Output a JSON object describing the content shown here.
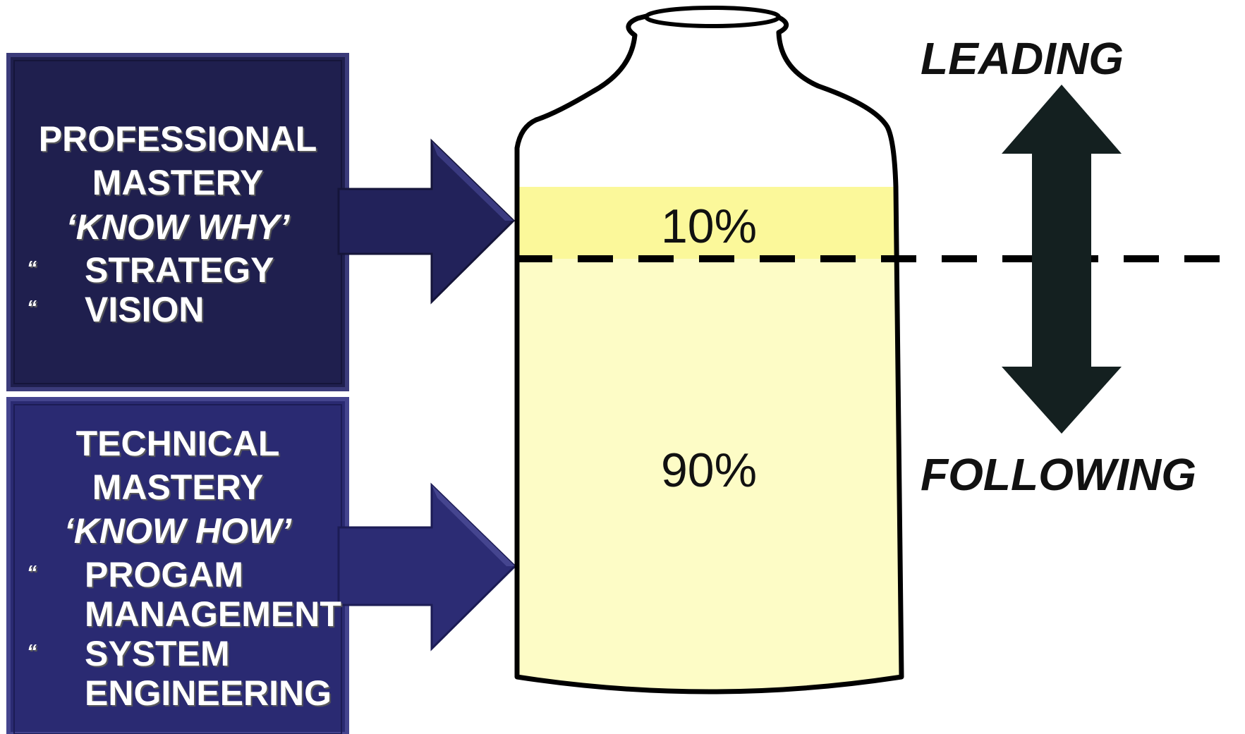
{
  "professional": {
    "title_line1": "PROFESSIONAL",
    "title_line2": "MASTERY",
    "tagline": "‘KNOW WHY’",
    "bullet_mark": "“",
    "items": [
      "STRATEGY",
      "VISION"
    ]
  },
  "technical": {
    "title_line1": "TECHNICAL",
    "title_line2": "MASTERY",
    "tagline": "‘KNOW HOW’",
    "bullet_mark": "“",
    "items": [
      {
        "line1": "PROGAM",
        "line2": "MANAGEMENT"
      },
      {
        "line1": "SYSTEM",
        "line2": "ENGINEERING"
      }
    ]
  },
  "jar": {
    "top_percent": "10%",
    "bottom_percent": "90%",
    "top_fraction": 0.1,
    "bottom_fraction": 0.9
  },
  "scale": {
    "top_label": "LEADING",
    "bottom_label": "FOLLOWING"
  },
  "colors": {
    "professional_box": "#1f1f4e",
    "technical_box": "#2a2a72",
    "jar_top_fill": "#fbf89a",
    "jar_bottom_fill": "#fdfcc6",
    "arrow_dark": "#142020"
  }
}
